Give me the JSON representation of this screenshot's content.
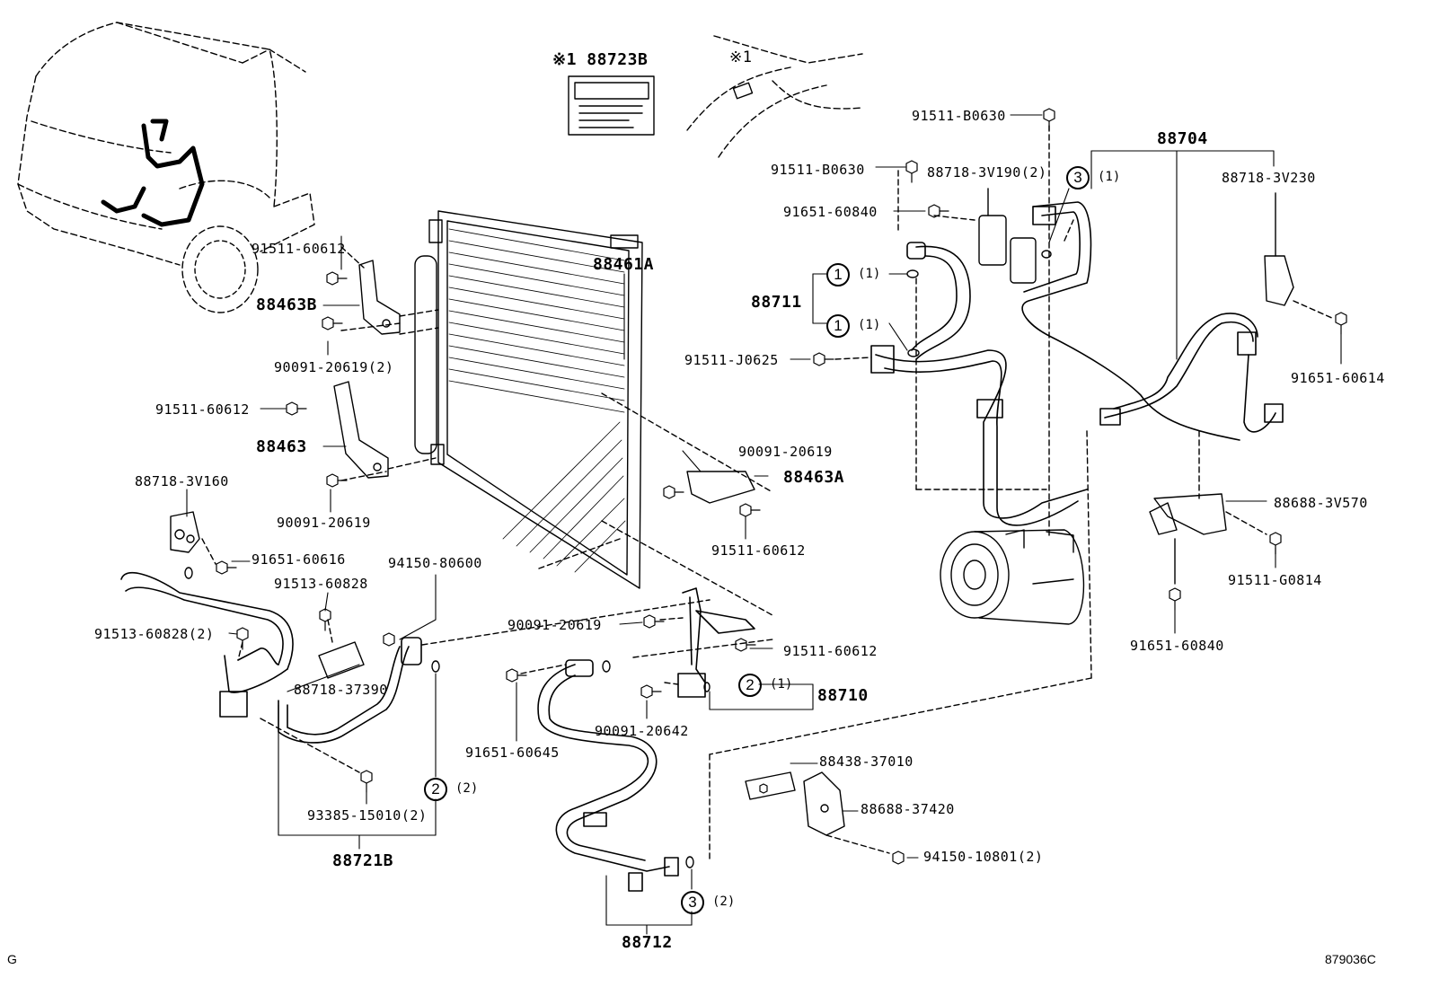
{
  "labels": {
    "l88723b": "※1 88723B",
    "ref1": "※1",
    "l91511_b0630_a": "91511-B0630",
    "l88704": "88704",
    "l91511_b0630_b": "91511-B0630",
    "l88718_3v190": "88718-3V190(2)",
    "l88718_3v230": "88718-3V230",
    "l91651_60840_a": "91651-60840",
    "l88461a": "88461A",
    "l91511_60612_a": "91511-60612",
    "l88463b": "88463B",
    "l88711": "88711",
    "l91511_j0625": "91511-J0625",
    "l91651_60614": "91651-60614",
    "l90091_20619_2": "90091-20619(2)",
    "l91511_60612_b": "91511-60612",
    "l88463": "88463",
    "l90091_20619_a": "90091-20619",
    "l88463a": "88463A",
    "l88718_3v160": "88718-3V160",
    "l88688_3v570": "88688-3V570",
    "l90091_20619_b": "90091-20619",
    "l91511_60612_c": "91511-60612",
    "l91651_60616": "91651-60616",
    "l94150_80600": "94150-80600",
    "l91513_60828": "91513-60828",
    "l91511_g0814": "91511-G0814",
    "l91513_60828_2": "91513-60828(2)",
    "l90091_20619_c": "90091-20619",
    "l91511_60612_d": "91511-60612",
    "l91651_60840_b": "91651-60840",
    "l88718_37390": "88718-37390",
    "l88710": "88710",
    "l90091_20642": "90091-20642",
    "l91651_60645": "91651-60645",
    "l88438_37010": "88438-37010",
    "l88688_37420": "88688-37420",
    "l93385_15010": "93385-15010(2)",
    "l94150_10801": "94150-10801(2)",
    "l88721b": "88721B",
    "l88712": "88712",
    "corner_left": "G",
    "corner_right": "879036C"
  },
  "callouts": {
    "c1a": "1",
    "c1a_q": "(1)",
    "c1b": "1",
    "c1b_q": "(1)",
    "c2a": "2",
    "c2a_q": "(1)",
    "c2b": "2",
    "c2b_q": "(2)",
    "c3a": "3",
    "c3a_q": "(1)",
    "c3b": "3",
    "c3b_q": "(2)"
  },
  "colors": {
    "ink": "#000000",
    "paper": "#ffffff"
  }
}
